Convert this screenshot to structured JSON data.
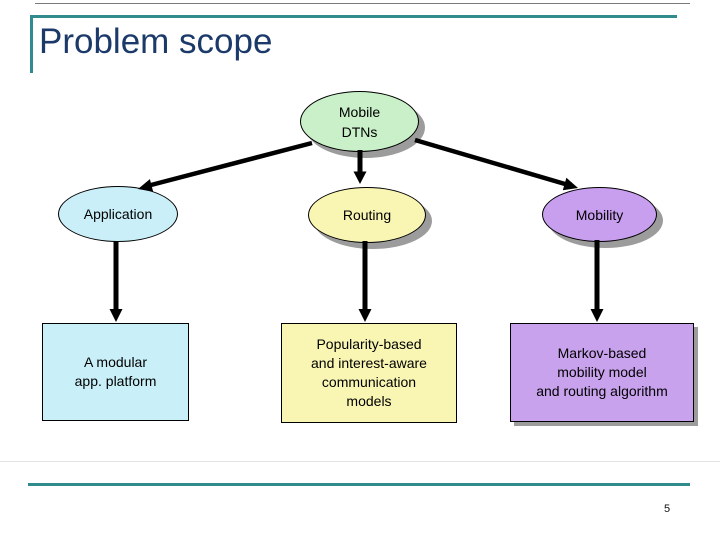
{
  "slide": {
    "title": "Problem scope",
    "page_number": "5"
  },
  "colors": {
    "accent_teal": "#318a8c",
    "title_navy": "#1b3a6a",
    "node_green": "#c9f0c9",
    "node_cyan": "#cbeff9",
    "node_yellow": "#f9f6b4",
    "node_purple": "#c89eef",
    "connector": "#000000",
    "shadow_gray": "#9c9c9c"
  },
  "diagram": {
    "root": {
      "label_lines": [
        "Mobile",
        "DTNs"
      ]
    },
    "branches": [
      {
        "ellipse_label": "Application",
        "box_lines": [
          "A modular",
          "app. platform"
        ]
      },
      {
        "ellipse_label": "Routing",
        "box_lines": [
          "Popularity-based",
          "and interest-aware",
          "communication",
          "models"
        ]
      },
      {
        "ellipse_label": "Mobility",
        "box_lines": [
          "Markov-based",
          "mobility model",
          "and routing algorithm"
        ]
      }
    ]
  }
}
